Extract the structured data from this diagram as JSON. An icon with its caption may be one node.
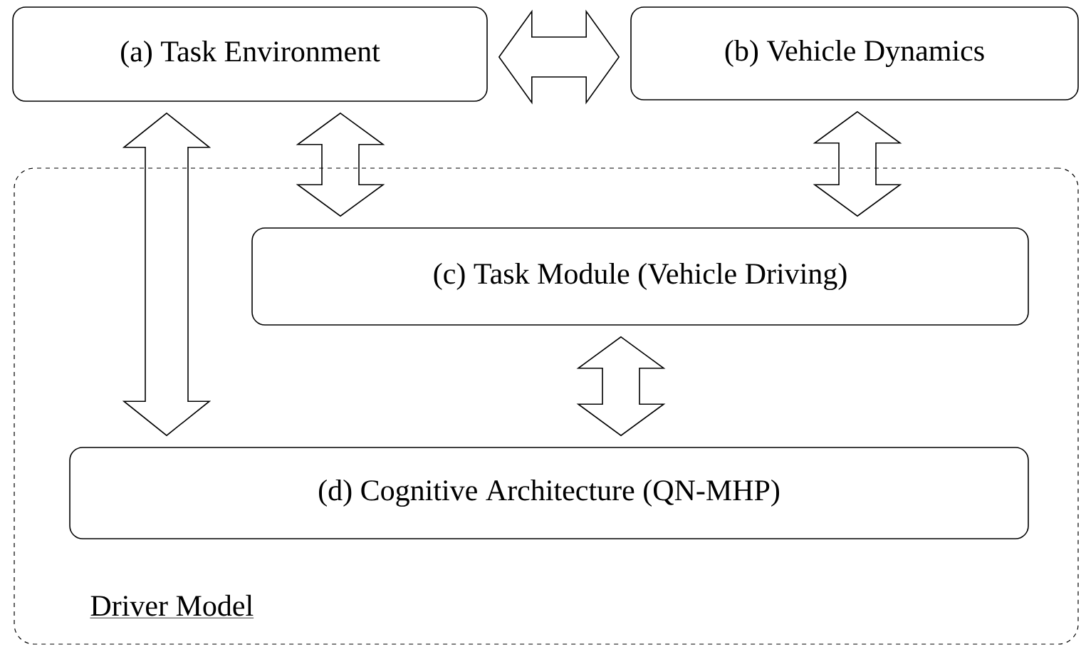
{
  "diagram": {
    "nodes": [
      {
        "text": [
          "(a) Task Environment"
        ]
      },
      {
        "text": [
          "(b) Vehicle Dynamics"
        ]
      },
      {
        "text": [
          "Driver Model"
        ]
      },
      {
        "text": [
          "(c) Task Module (Vehicle Driving)"
        ],
        "in": 2
      },
      {
        "text": [
          "(d) Cognitive Architecture (QN-MHP)"
        ],
        "in": 2
      }
    ],
    "edges": [
      {
        "from": 0,
        "to": 1,
        "arrow": "both"
      },
      {
        "from": 0,
        "to": 3,
        "arrow": "both"
      },
      {
        "from": 1,
        "to": 3,
        "arrow": "both"
      },
      {
        "from": 3,
        "to": 4,
        "arrow": "both"
      },
      {
        "from": 0,
        "to": 4,
        "arrow": "both"
      }
    ]
  }
}
